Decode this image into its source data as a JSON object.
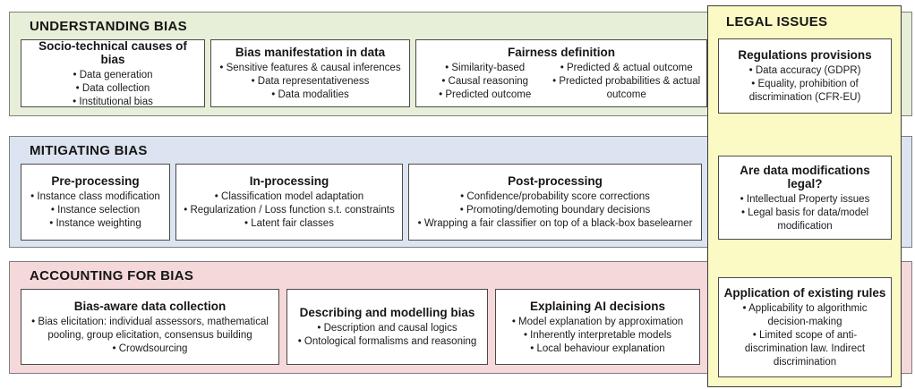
{
  "colors": {
    "understanding_bg": "#e7efd8",
    "mitigating_bg": "#dce4f1",
    "accounting_bg": "#f5d8d9",
    "legal_bg": "#fbf9c4",
    "band_border": "#7f7f7f",
    "box_border": "#4a4a4a",
    "box_bg": "#ffffff"
  },
  "sections": {
    "understanding_bias": {
      "title": "UNDERSTANDING BIAS",
      "boxes": [
        {
          "title": "Socio-technical causes of bias",
          "bullets": [
            "Data generation",
            "Data collection",
            "Institutional bias"
          ]
        },
        {
          "title": "Bias manifestation in data",
          "bullets": [
            "Sensitive features & causal inferences",
            "Data representativeness",
            "Data modalities"
          ]
        },
        {
          "title": "Fairness definition",
          "columns": [
            [
              "Similarity-based",
              "Causal reasoning",
              "Predicted outcome"
            ],
            [
              "Predicted & actual outcome",
              "Predicted probabilities & actual outcome"
            ]
          ]
        }
      ]
    },
    "mitigating_bias": {
      "title": "MITIGATING BIAS",
      "boxes": [
        {
          "title": "Pre-processing",
          "bullets": [
            "Instance class modification",
            "Instance selection",
            "Instance weighting"
          ]
        },
        {
          "title": "In-processing",
          "bullets": [
            "Classification model adaptation",
            "Regularization / Loss function s.t. constraints",
            "Latent fair classes"
          ]
        },
        {
          "title": "Post-processing",
          "bullets": [
            "Confidence/probability score corrections",
            "Promoting/demoting boundary decisions",
            "Wrapping a fair classifier on top of a black-box baselearner"
          ]
        }
      ]
    },
    "accounting_for_bias": {
      "title": "ACCOUNTING FOR BIAS",
      "boxes": [
        {
          "title": "Bias-aware data collection",
          "bullets": [
            "Bias elicitation: individual assessors, mathematical pooling, group elicitation, consensus building",
            "Crowdsourcing"
          ]
        },
        {
          "title": "Describing and modelling bias",
          "bullets": [
            "Description and causal logics",
            "Ontological formalisms and reasoning"
          ]
        },
        {
          "title": "Explaining AI decisions",
          "bullets": [
            "Model explanation by approximation",
            "Inherently interpretable models",
            "Local behaviour explanation"
          ]
        }
      ]
    },
    "legal_issues": {
      "title": "LEGAL ISSUES",
      "boxes": [
        {
          "title": "Regulations provisions",
          "bullets": [
            "Data accuracy (GDPR)",
            "Equality, prohibition of discrimination (CFR-EU)"
          ]
        },
        {
          "title": "Are data modifications legal?",
          "bullets": [
            "Intellectual Property issues",
            "Legal basis for data/model modification"
          ]
        },
        {
          "title": "Application of existing rules",
          "bullets": [
            "Applicability to algorithmic decision-making",
            "Limited scope of anti-discrimination law. Indirect discrimination"
          ]
        }
      ]
    }
  }
}
